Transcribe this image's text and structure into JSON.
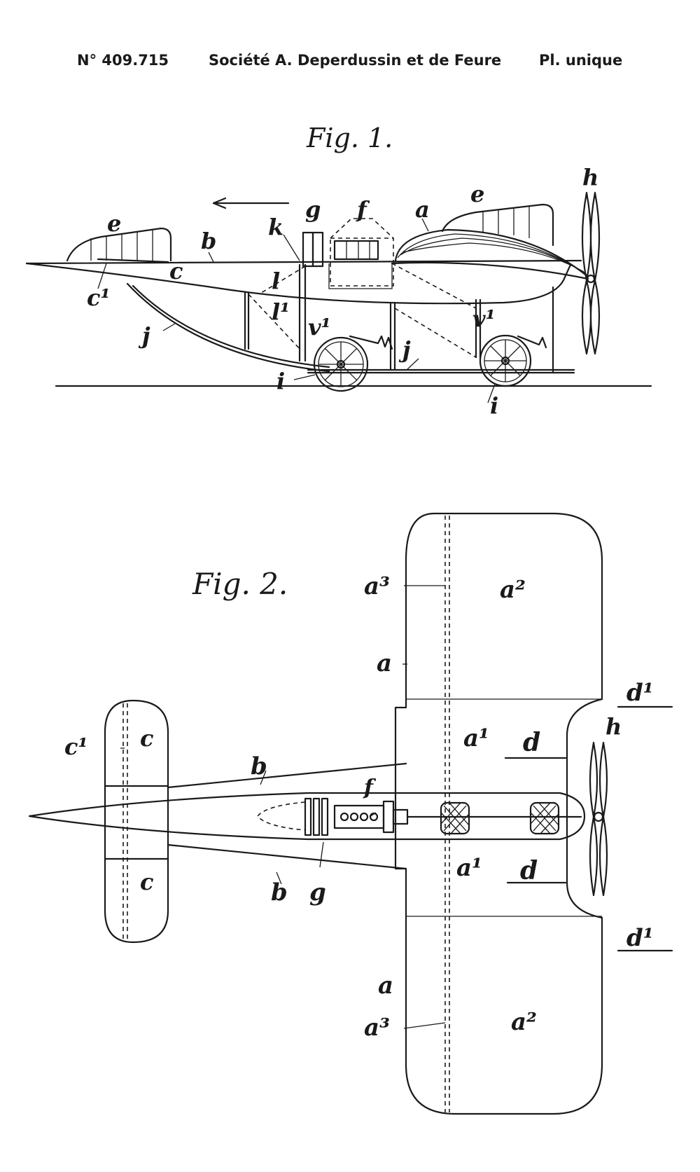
{
  "header": {
    "patent_number": "N° 409.715",
    "owner": "Société A. Deperdussin et de Feure",
    "plate": "Pl. unique"
  },
  "figures": {
    "fig1_title": "Fig. 1.",
    "fig2_title": "Fig. 2."
  },
  "fig1_labels": {
    "e_tail": "e",
    "b": "b",
    "h_prop": "h",
    "k": "k",
    "g": "g",
    "f": "f",
    "a": "a",
    "e_wing": "e",
    "c": "c",
    "c1": "c¹",
    "l": "l",
    "l1": "l¹",
    "v1_front": "v¹",
    "v1_rear": "v¹",
    "j_left": "j",
    "j_right": "j",
    "i_left": "i",
    "i_right": "i"
  },
  "fig2_labels": {
    "a3_top": "a³",
    "a2_top": "a²",
    "a_top": "a",
    "d1_top": "d¹",
    "c1": "c¹",
    "c_top": "c",
    "a1_top": "a¹",
    "d_top": "d",
    "h": "h",
    "b_top": "b",
    "f": "f",
    "b_bottom": "b",
    "g": "g",
    "c_bottom": "c",
    "a1_bottom": "a¹",
    "d_bottom": "d",
    "d1_bottom": "d¹",
    "a_bottom": "a",
    "a2_bottom": "a²",
    "a3_bottom": "a³"
  }
}
